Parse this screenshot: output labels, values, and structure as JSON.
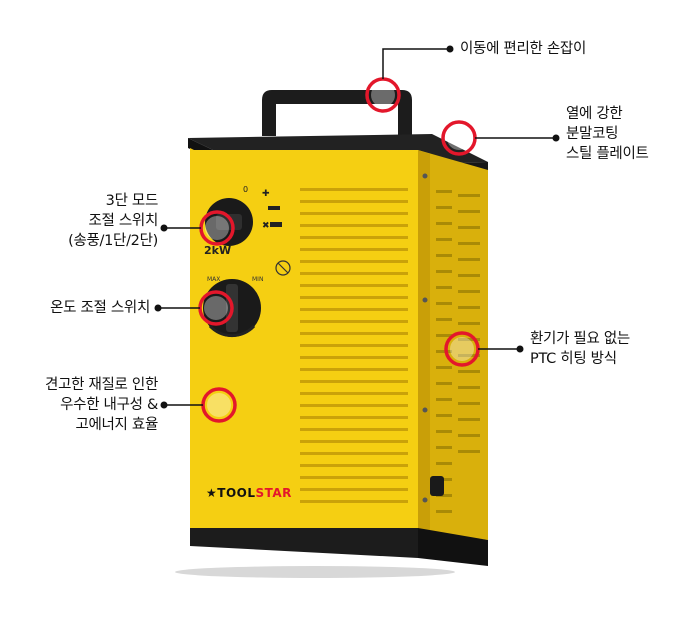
{
  "product": {
    "brand_prefix": "TOOL",
    "brand_suffix": "STAR",
    "power_label": "2kW",
    "knob_min_label": "MAX",
    "knob_max_label": "MIN",
    "colors": {
      "body": "#f5cf12",
      "frame": "#1b1b1b",
      "marker": "#e3172b"
    }
  },
  "callouts": {
    "handle": {
      "lines": [
        "이동에 편리한 손잡이"
      ]
    },
    "plate": {
      "lines": [
        "열에 강한",
        "분말코팅",
        "스틸 플레이트"
      ]
    },
    "mode_switch": {
      "lines": [
        "3단 모드",
        "조절 스위치",
        "(송풍/1단/2단)"
      ]
    },
    "temp_switch": {
      "lines": [
        "온도 조절 스위치"
      ]
    },
    "ptc": {
      "lines": [
        "환기가 필요 없는",
        "PTC 히팅 방식"
      ]
    },
    "durable": {
      "lines": [
        "견고한 재질로 인한",
        "우수한 내구성 &",
        "고에너지 효율"
      ]
    }
  }
}
